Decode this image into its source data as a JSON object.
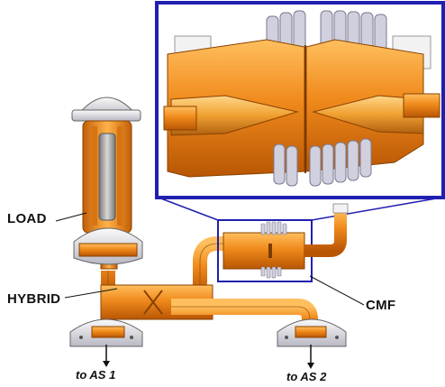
{
  "labels": {
    "load": "LOAD",
    "hybrid": "HYBRID",
    "cmf": "CMF",
    "to_as1": "to AS 1",
    "to_as2": "to AS 2"
  },
  "colors": {
    "copper": "#f08a1c",
    "copper_dark": "#c25e06",
    "copper_light": "#ffc46a",
    "zoom_frame": "#2020b0",
    "flange": "#e9e9ef",
    "bellows": "#c8c8d8",
    "text": "#111111"
  }
}
